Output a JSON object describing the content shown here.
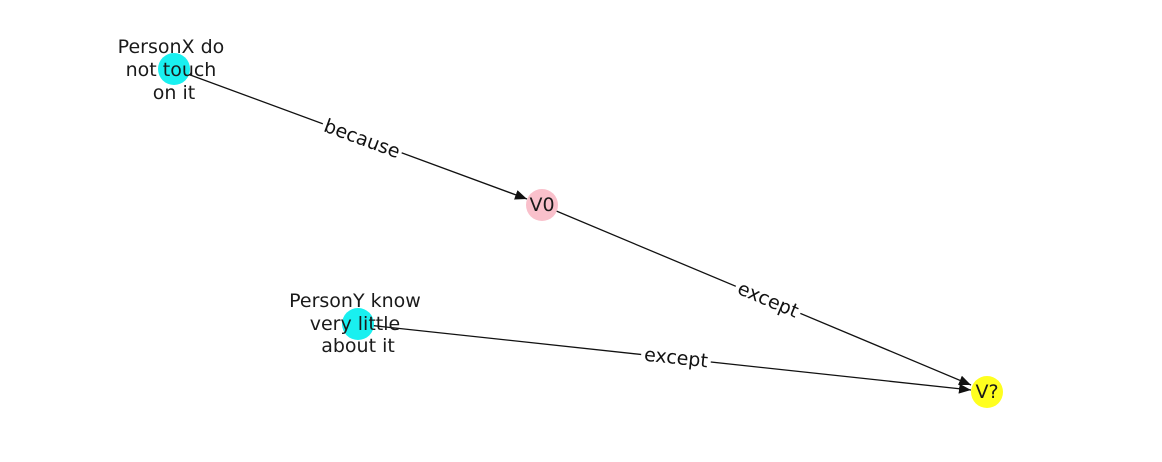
{
  "colors": {
    "person_node": "#19f0f0",
    "intermediate_node": "#f9c0cb",
    "target_node": "#ffff1f",
    "edge": "#111111",
    "background": "#ffffff"
  },
  "nodes": {
    "personx": {
      "label_lines": [
        "PersonX do",
        "not touch",
        "on it"
      ]
    },
    "v0": {
      "label": "V0"
    },
    "persony": {
      "label_lines": [
        "PersonY know",
        "very little",
        "about it"
      ]
    },
    "vq": {
      "label": "V?"
    }
  },
  "edges": {
    "personx_v0": {
      "label": "because"
    },
    "v0_vq": {
      "label": "except"
    },
    "persony_vq": {
      "label": "except"
    }
  }
}
